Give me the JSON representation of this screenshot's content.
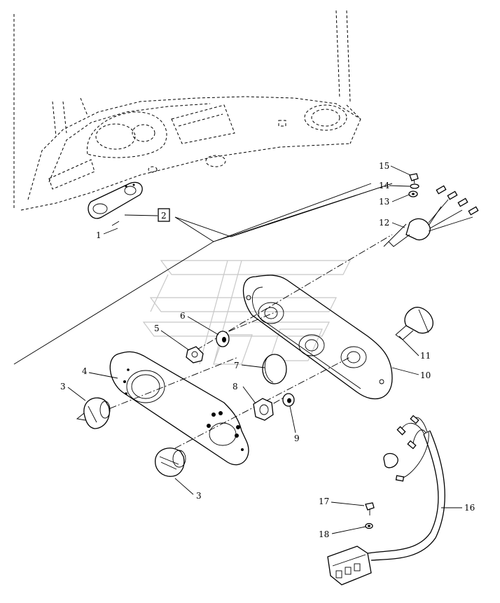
{
  "callouts": [
    {
      "id": "c1",
      "label": "1"
    },
    {
      "id": "c2",
      "label": "2"
    },
    {
      "id": "c3a",
      "label": "3"
    },
    {
      "id": "c3b",
      "label": "3"
    },
    {
      "id": "c4",
      "label": "4"
    },
    {
      "id": "c5",
      "label": "5"
    },
    {
      "id": "c6",
      "label": "6"
    },
    {
      "id": "c7",
      "label": "7"
    },
    {
      "id": "c8",
      "label": "8"
    },
    {
      "id": "c9",
      "label": "9"
    },
    {
      "id": "c10",
      "label": "10"
    },
    {
      "id": "c11",
      "label": "11"
    },
    {
      "id": "c12",
      "label": "12"
    },
    {
      "id": "c13",
      "label": "13"
    },
    {
      "id": "c14",
      "label": "14"
    },
    {
      "id": "c15",
      "label": "15"
    },
    {
      "id": "c16",
      "label": "16"
    },
    {
      "id": "c17",
      "label": "17"
    },
    {
      "id": "c18",
      "label": "18"
    }
  ],
  "colors": {
    "line": "#000000",
    "background": "#ffffff",
    "watermark": "#c8c8c8"
  }
}
